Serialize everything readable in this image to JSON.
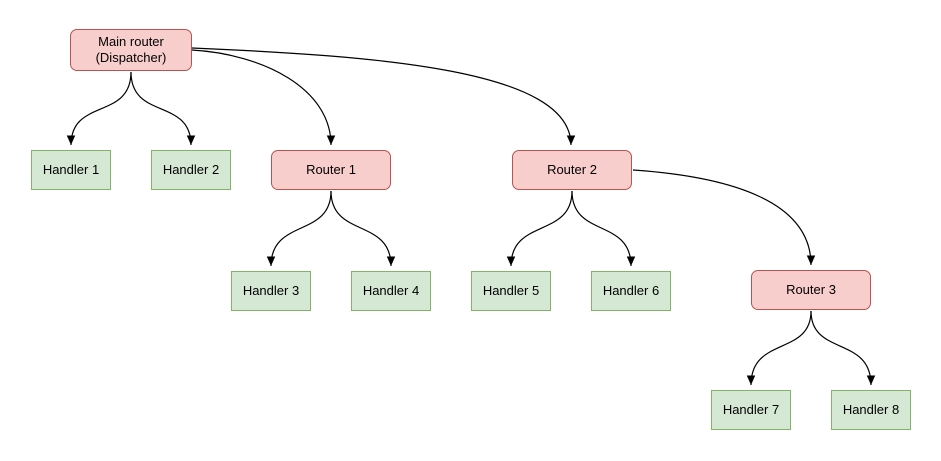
{
  "diagram": {
    "type": "tree",
    "nodes": {
      "main_router": {
        "label": "Main router\n(Dispatcher)",
        "type": "router"
      },
      "router1": {
        "label": "Router 1",
        "type": "router"
      },
      "router2": {
        "label": "Router 2",
        "type": "router"
      },
      "router3": {
        "label": "Router 3",
        "type": "router"
      },
      "handler1": {
        "label": "Handler 1",
        "type": "handler"
      },
      "handler2": {
        "label": "Handler 2",
        "type": "handler"
      },
      "handler3": {
        "label": "Handler 3",
        "type": "handler"
      },
      "handler4": {
        "label": "Handler 4",
        "type": "handler"
      },
      "handler5": {
        "label": "Handler 5",
        "type": "handler"
      },
      "handler6": {
        "label": "Handler 6",
        "type": "handler"
      },
      "handler7": {
        "label": "Handler 7",
        "type": "handler"
      },
      "handler8": {
        "label": "Handler 8",
        "type": "handler"
      }
    },
    "edges": [
      {
        "from": "main_router",
        "to": "handler1"
      },
      {
        "from": "main_router",
        "to": "handler2"
      },
      {
        "from": "main_router",
        "to": "router1"
      },
      {
        "from": "main_router",
        "to": "router2"
      },
      {
        "from": "router1",
        "to": "handler3"
      },
      {
        "from": "router1",
        "to": "handler4"
      },
      {
        "from": "router2",
        "to": "handler5"
      },
      {
        "from": "router2",
        "to": "handler6"
      },
      {
        "from": "router2",
        "to": "router3"
      },
      {
        "from": "router3",
        "to": "handler7"
      },
      {
        "from": "router3",
        "to": "handler8"
      }
    ],
    "colors": {
      "router_fill": "#f8cecc",
      "router_border": "#b85450",
      "handler_fill": "#d5e8d4",
      "handler_border": "#82b366",
      "edge": "#000000",
      "background": "#ffffff",
      "text": "#000000"
    }
  }
}
